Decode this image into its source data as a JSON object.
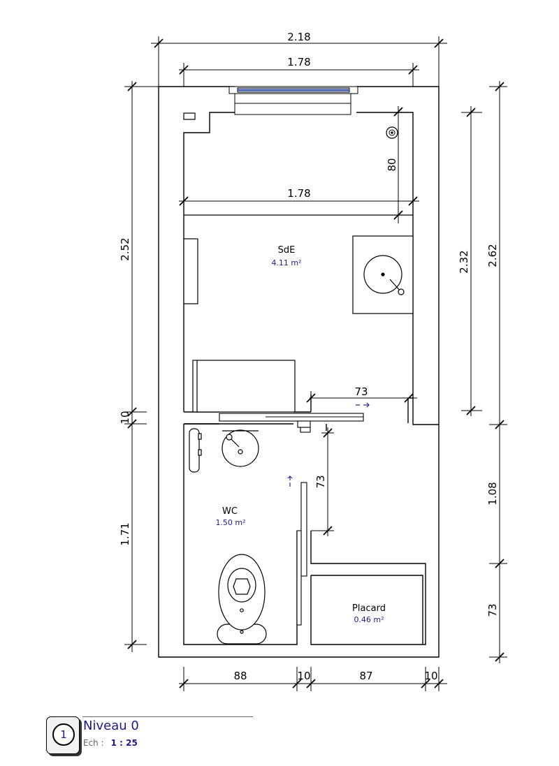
{
  "dimensions": {
    "top_overall": "2.18",
    "top_inner": "1.78",
    "inner_mid": "1.78",
    "shower_depth": "80",
    "door_sde": "73",
    "left_upper": "2.52",
    "left_wall": "10",
    "left_lower": "1.71",
    "right_inner": "2.32",
    "right_outer_upper": "2.62",
    "right_mid": "1.08",
    "right_lower": "73",
    "wc_door": "73",
    "bottom_wc": "88",
    "bottom_wall1": "10",
    "bottom_placard": "87",
    "bottom_wall2": "10"
  },
  "rooms": {
    "sde": {
      "name": "SdE",
      "area": "4.11 m²"
    },
    "wc": {
      "name": "WC",
      "area": "1.50 m²"
    },
    "placard": {
      "name": "Placard",
      "area": "0.46 m²"
    }
  },
  "title_block": {
    "number": "1",
    "name": "Niveau 0",
    "scale_label": "Ech :",
    "scale_value": "1 : 25"
  },
  "colors": {
    "line": "#000000",
    "accent": "#1a1a8c"
  }
}
